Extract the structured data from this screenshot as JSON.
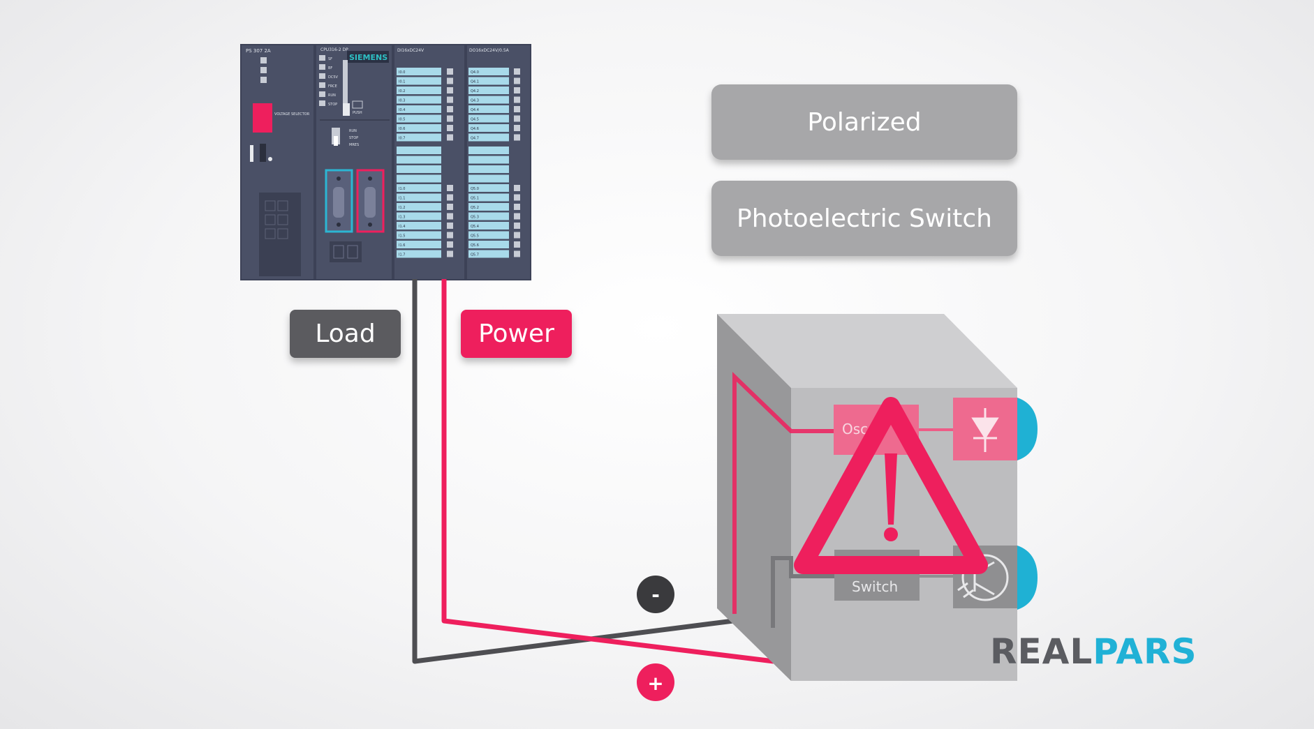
{
  "labels": {
    "polarized": "Polarized",
    "photoelectric_switch": "Photoelectric Switch",
    "load": "Load",
    "power": "Power",
    "minus": "-",
    "plus": "+"
  },
  "sensor": {
    "oscillator_label": "Osc",
    "switch_label": "Switch"
  },
  "plc": {
    "brand": "SIEMENS",
    "ps_model": "PS 307 2A",
    "cpu_model": "CPU316-2 DP",
    "di_module": "DI16xDC24V",
    "do_module": "DO16xDC24V/0.5A",
    "voltage_selector": "VOLTAGE SELECTOR",
    "status_leds": [
      "SF",
      "BF",
      "DC5V",
      "FRCE",
      "RUN",
      "STOP"
    ],
    "mode_labels": [
      "RUN",
      "STOP",
      "MRES"
    ],
    "push_label": "PUSH",
    "di_top": [
      "I0.0",
      "I0.1",
      "I0.2",
      "I0.3",
      "I0.4",
      "I0.5",
      "I0.6",
      "I0.7"
    ],
    "di_bottom": [
      "I1.0",
      "I1.1",
      "I1.2",
      "I1.3",
      "I1.4",
      "I1.5",
      "I1.6",
      "I1.7"
    ],
    "do_top": [
      "Q4.0",
      "Q4.1",
      "Q4.2",
      "Q4.3",
      "Q4.4",
      "Q4.5",
      "Q4.6",
      "Q4.7"
    ],
    "do_bottom": [
      "Q5.0",
      "Q5.1",
      "Q5.2",
      "Q5.3",
      "Q5.4",
      "Q5.5",
      "Q5.6",
      "Q5.7"
    ]
  },
  "logo": {
    "part1": "REAL",
    "part2": "PARS"
  },
  "colors": {
    "accent": "#ee1f5d",
    "dark_wire": "#4e4e52",
    "plc_body": "#4a5066",
    "io_cell": "#a8daea",
    "cyan": "#1fb1d4",
    "label_gray": "#a7a7a9"
  }
}
